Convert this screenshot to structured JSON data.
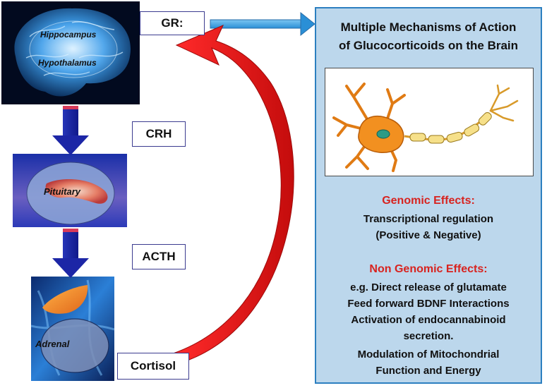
{
  "brain": {
    "label1": "Hippocampus",
    "label2": "Hypothalamus"
  },
  "pituitary": {
    "label": "Pituitary"
  },
  "adrenal": {
    "label": "Adrenal"
  },
  "boxes": {
    "gr": "GR:",
    "crh": "CRH",
    "acth": "ACTH",
    "cortisol": "Cortisol"
  },
  "panel": {
    "title_line1": "Multiple Mechanisms of Action",
    "title_line2": "of Glucocorticoids on the Brain",
    "genomic_heading": "Genomic Effects:",
    "genomic_line1": "Transcriptional  regulation",
    "genomic_line2": "(Positive & Negative)",
    "nongenomic_heading": "Non Genomic Effects:",
    "nongenomic_lines": [
      "e.g. Direct release of glutamate",
      "Feed forward  BDNF Interactions",
      "Activation of endocannabinoid",
      "secretion.",
      "Modulation  of Mitochondrial",
      "Function and Energy"
    ]
  },
  "colors": {
    "panel_bg": "#bcd7ec",
    "panel_border": "#2c7fc0",
    "red_heading": "#d8231f",
    "navy_arrow": "#1f2aa0",
    "feedback_arrow": "#e31616"
  }
}
